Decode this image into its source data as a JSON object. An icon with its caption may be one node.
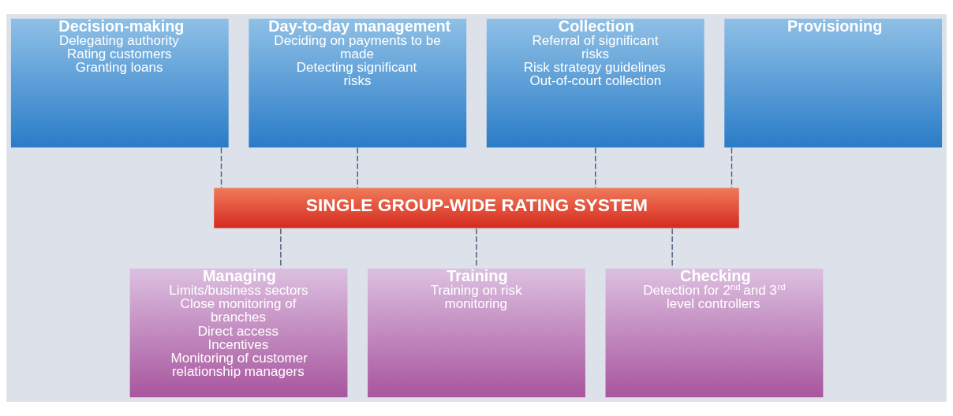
{
  "diagram": {
    "nodes": [
      {
        "text": [
          "Decision-making",
          "Delegating authority",
          "Rating customers",
          "Granting loans"
        ]
      },
      {
        "text": [
          "Day-to-day management",
          "Deciding on payments to be made",
          "Detecting significant risks"
        ]
      },
      {
        "text": [
          "Collection",
          "Referral of significant risks",
          "Risk strategy guidelines",
          "Out-of-court collection"
        ]
      },
      {
        "text": [
          "Provisioning"
        ]
      },
      {
        "text": [
          "SINGLE GROUP-WIDE RATING SYSTEM"
        ]
      },
      {
        "text": [
          "Managing",
          "Limits/business sectors",
          "Close monitoring of branches",
          "Direct access",
          "Incentives",
          "Monitoring of customer relationship managers"
        ]
      },
      {
        "text": [
          "Training",
          "Training on risk monitoring"
        ]
      },
      {
        "text": [
          "Checking",
          "Detection for 2$^{nd}$ and 3$^{rd}$ level controllers"
        ]
      }
    ],
    "edges": [
      {
        "from": 0,
        "to": 4,
        "arrow": "none",
        "style": "dashed"
      },
      {
        "from": 1,
        "to": 4,
        "arrow": "none",
        "style": "dashed"
      },
      {
        "from": 2,
        "to": 4,
        "arrow": "none",
        "style": "dashed"
      },
      {
        "from": 3,
        "to": 4,
        "arrow": "none",
        "style": "dashed"
      },
      {
        "from": 4,
        "to": 5,
        "arrow": "none",
        "style": "dashed"
      },
      {
        "from": 4,
        "to": 6,
        "arrow": "none",
        "style": "dashed"
      },
      {
        "from": 4,
        "to": 7,
        "arrow": "none",
        "style": "dashed"
      }
    ]
  }
}
